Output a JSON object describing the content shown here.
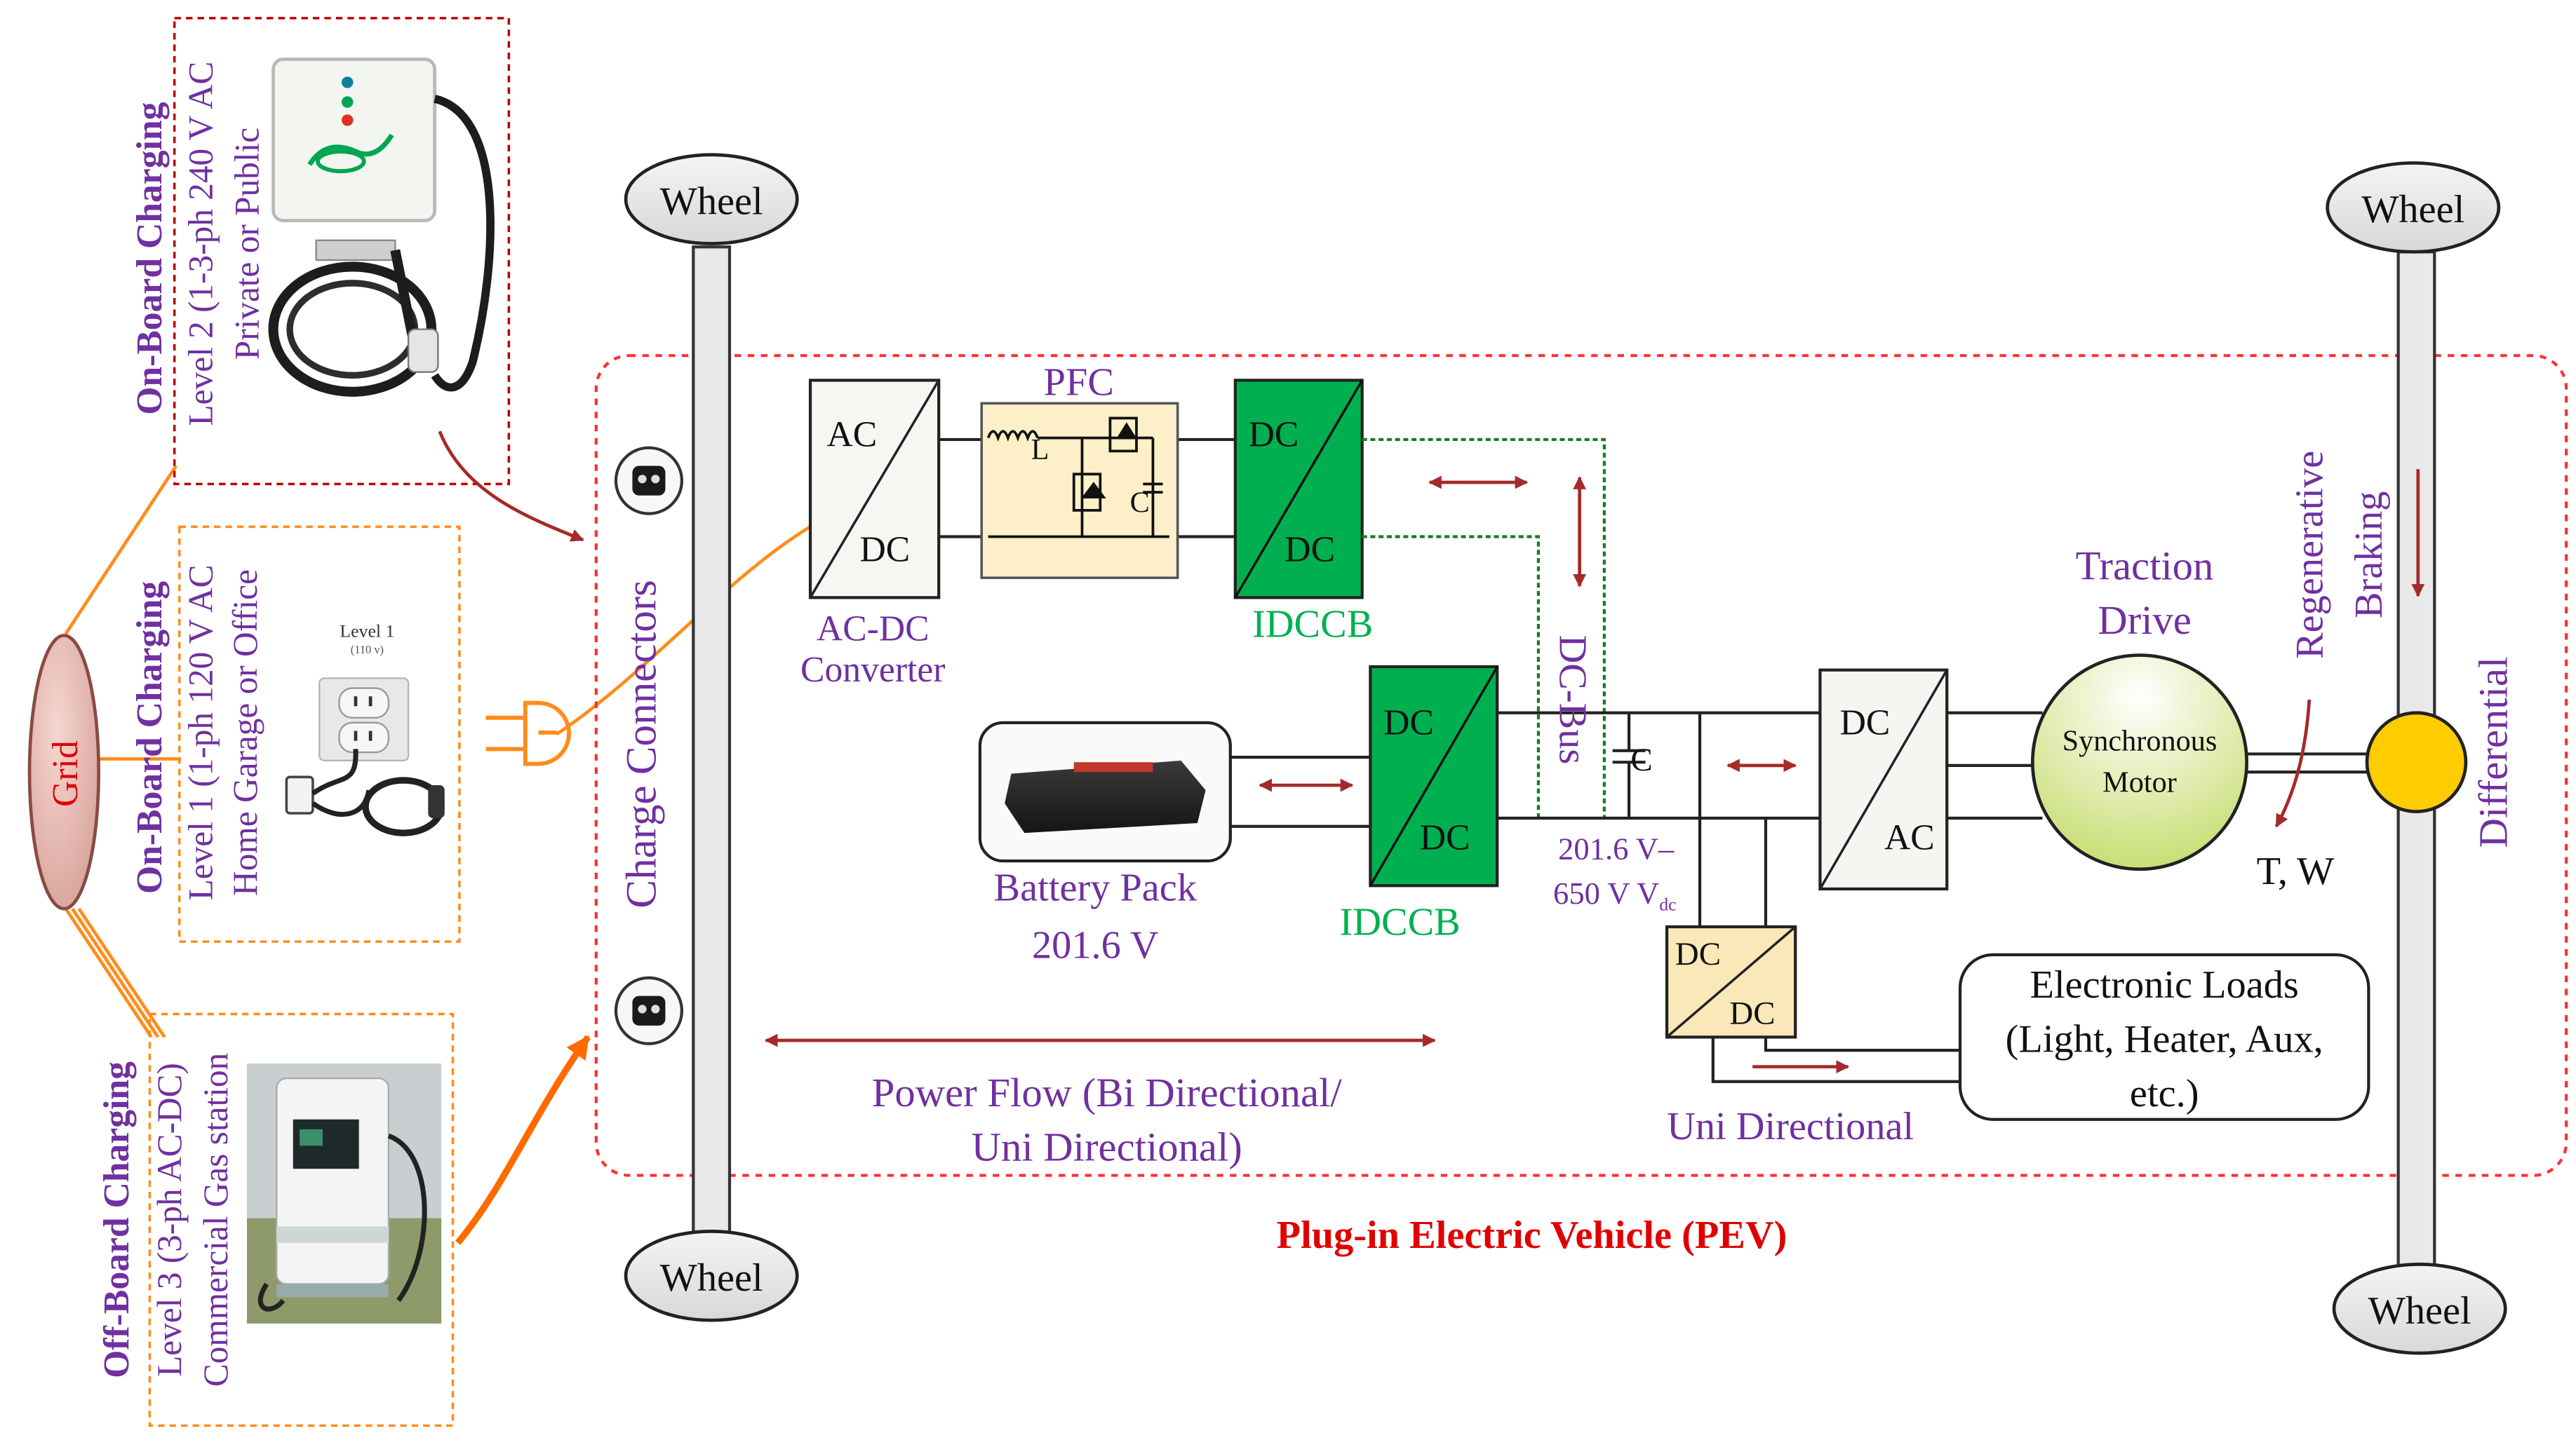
{
  "grid": "Grid",
  "charging": {
    "level2": {
      "title": "On-Board Charging",
      "line1": "Level 2 (1-3-ph 240 V AC",
      "line2": "Private or Public"
    },
    "level1": {
      "title": "On-Board Charging",
      "line1": "Level 1 (1-ph 120 V AC",
      "line2": "Home Garage or Office",
      "outlet_label": "Level 1",
      "outlet_sub": "(110 v)"
    },
    "level3": {
      "title": "Off-Board Charging",
      "line1": "Level 3 (3-ph AC-DC)",
      "line2": "Commercial Gas station"
    }
  },
  "wheels": {
    "front_top": "Wheel",
    "front_bottom": "Wheel",
    "rear_top": "Wheel",
    "rear_bottom": "Wheel"
  },
  "charge_connectors": "Charge Connectors",
  "acdc": {
    "top": "AC",
    "bottom": "DC",
    "caption1": "AC-DC",
    "caption2": "Converter"
  },
  "pfc": {
    "title": "PFC",
    "inductor": "L",
    "capacitor": "C"
  },
  "idccb_top": {
    "top": "DC",
    "bottom": "DC",
    "caption": "IDCCB"
  },
  "idccb_bottom": {
    "top": "DC",
    "bottom": "DC",
    "caption": "IDCCB"
  },
  "dc_bus": {
    "label": "DC-Bus",
    "capacitor": "C",
    "voltage1": "201.6 V–",
    "voltage2": "650 V V",
    "voltage2_sub": "dc"
  },
  "battery": {
    "label1": "Battery Pack",
    "label2": "201.6 V"
  },
  "inverter": {
    "top": "DC",
    "bottom": "AC"
  },
  "aux_converter": {
    "top": "DC",
    "bottom": "DC"
  },
  "traction": {
    "label1": "Traction",
    "label2": "Drive",
    "motor1": "Synchronous",
    "motor2": "Motor"
  },
  "regen": {
    "line1": "Regenerative",
    "line2": "Braking",
    "torque": "T, W"
  },
  "differential": "Differential",
  "loads": {
    "line1": "Electronic Loads",
    "line2": "(Light, Heater, Aux,",
    "line3": "etc.)"
  },
  "power_flow": {
    "line1": "Power Flow (Bi Directional/",
    "line2": "Uni Directional)"
  },
  "uni_directional": "Uni Directional",
  "pev_title": "Plug-in Electric Vehicle (PEV)",
  "colors": {
    "purple": "#7030a0",
    "green": "#00b050",
    "arrow": "#a52a2a",
    "orange": "#ff8c1a",
    "red": "#e00000"
  }
}
